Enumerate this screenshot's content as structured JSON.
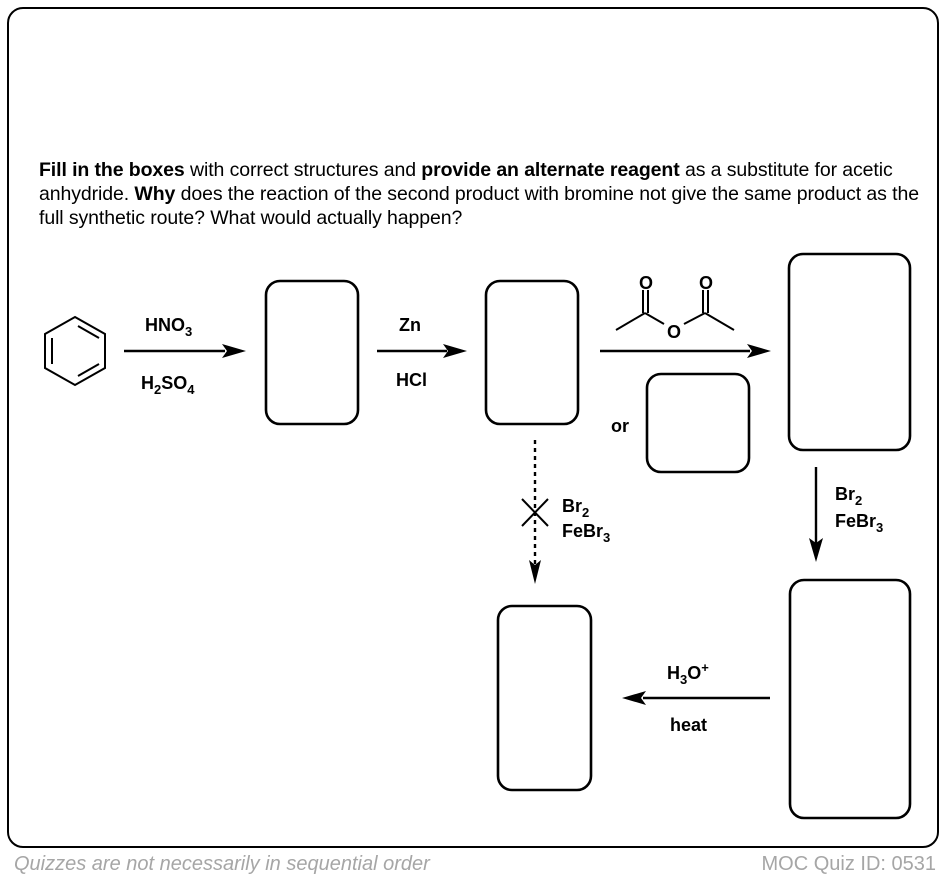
{
  "question": {
    "parts": [
      {
        "text": "Fill in the boxes",
        "bold": true
      },
      {
        "text": " with correct structures and ",
        "bold": false
      },
      {
        "text": "provide an alternate reagent",
        "bold": true
      },
      {
        "text": " as a substitute for acetic anhydride. ",
        "bold": false
      },
      {
        "text": "Why",
        "bold": true
      },
      {
        "text": " does the reaction of the second product with bromine not give the same product as the full synthetic route? What would actually happen?",
        "bold": false
      }
    ]
  },
  "scheme": {
    "starting_material": "benzene",
    "step1": {
      "above": "HNO",
      "above_sub": "3",
      "below": "H",
      "below_sub1": "2",
      "below_mid": "SO",
      "below_sub2": "4"
    },
    "step2": {
      "above": "Zn",
      "below": "HCl"
    },
    "step3": {
      "reagent_structure": "acetic anhydride",
      "o_label": "O",
      "alt_label": "or"
    },
    "step4": {
      "line1": "Br",
      "line1_sub": "2",
      "line2": "FeBr",
      "line2_sub": "3"
    },
    "step5": {
      "above": "H",
      "above_sub": "3",
      "above_mid": "O",
      "above_sup": "+",
      "below": "heat"
    },
    "blocked": {
      "line1": "Br",
      "line1_sub": "2",
      "line2": "FeBr",
      "line2_sub": "3",
      "status": "does not proceed"
    },
    "answer_boxes": [
      "product-1",
      "product-2",
      "product-3",
      "alternate-reagent",
      "product-4",
      "product-5",
      "blocked-product"
    ]
  },
  "footer": {
    "left": "Quizzes are not necessarily in sequential order",
    "right": "MOC Quiz ID: 0531"
  }
}
